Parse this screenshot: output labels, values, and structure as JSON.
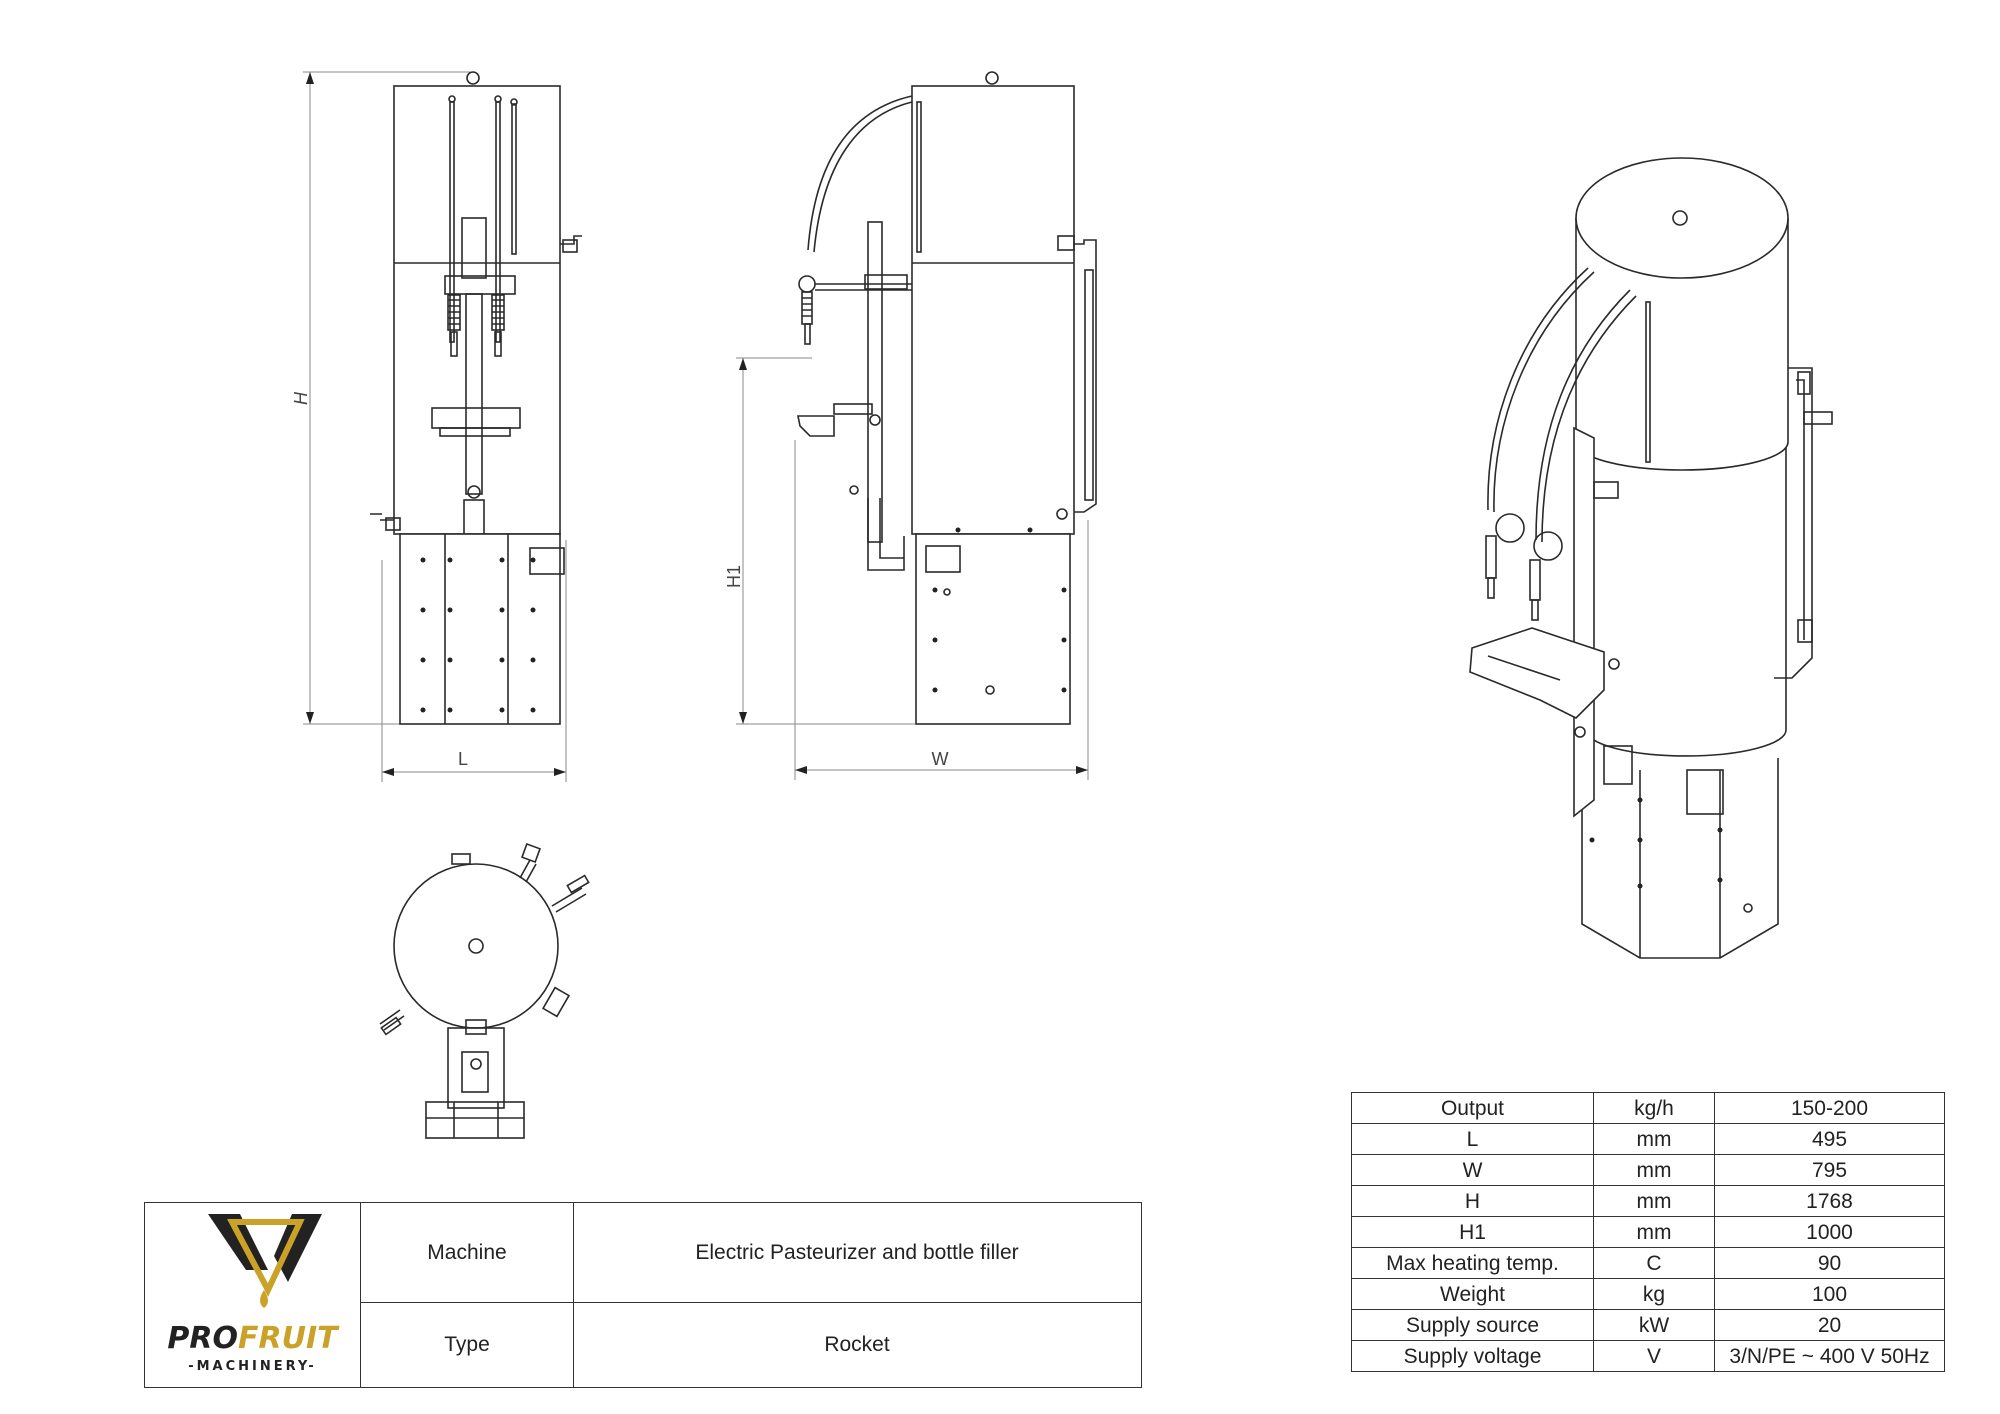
{
  "dimension_labels": {
    "H": "H",
    "L": "L",
    "W": "W",
    "H1": "H1"
  },
  "title_block": {
    "logo_brand_part1": "PRO",
    "logo_brand_part2": "FRUIT",
    "logo_sub": "-MACHINERY-",
    "rows": [
      {
        "label": "Machine",
        "value": "Electric Pasteurizer and bottle filler"
      },
      {
        "label": "Type",
        "value": "Rocket"
      }
    ]
  },
  "spec_table": {
    "rows": [
      {
        "param": "Output",
        "unit": "kg/h",
        "value": "150-200"
      },
      {
        "param": "L",
        "unit": "mm",
        "value": "495"
      },
      {
        "param": "W",
        "unit": "mm",
        "value": "795"
      },
      {
        "param": "H",
        "unit": "mm",
        "value": "1768"
      },
      {
        "param": "H1",
        "unit": "mm",
        "value": "1000"
      },
      {
        "param": "Max heating temp.",
        "unit": "C",
        "value": "90"
      },
      {
        "param": "Weight",
        "unit": "kg",
        "value": "100"
      },
      {
        "param": "Supply source",
        "unit": "kW",
        "value": "20"
      },
      {
        "param": "Supply voltage",
        "unit": "V",
        "value": "3/N/PE ~ 400 V 50Hz"
      }
    ]
  },
  "colors": {
    "line": "#2a2a2a",
    "logo_gold": "#c9a227",
    "logo_dark": "#222222"
  }
}
